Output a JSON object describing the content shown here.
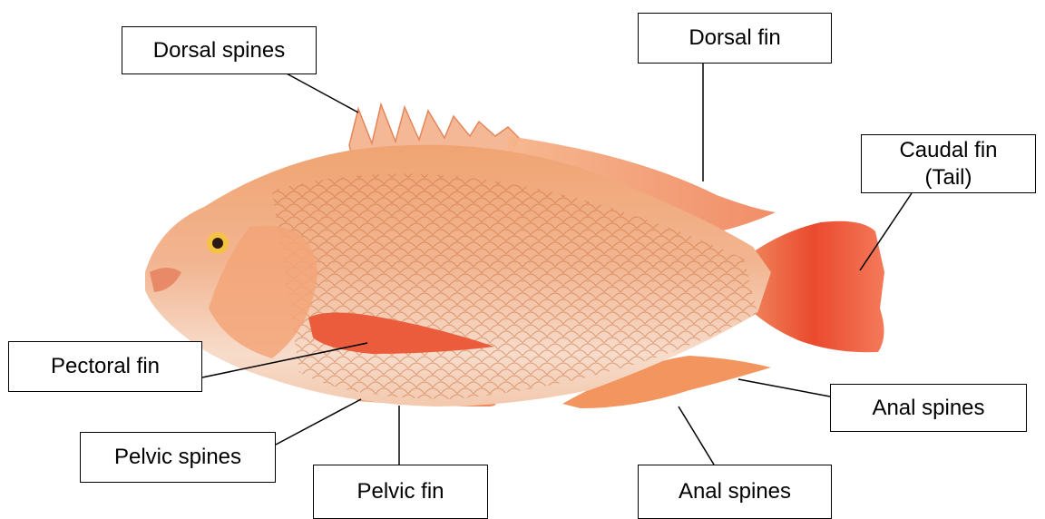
{
  "labels": {
    "dorsal_spines": "Dorsal spines",
    "dorsal_fin": "Dorsal fin",
    "caudal_fin": [
      "Caudal fin",
      "(Tail)"
    ],
    "pectoral_fin": "Pectoral fin",
    "pelvic_spines": "Pelvic spines",
    "pelvic_fin": "Pelvic fin",
    "anal_spines_right": "Anal spines",
    "anal_spines_bottom": "Anal spines"
  },
  "colors": {
    "body": "#ee9a6a",
    "belly": "#f7dcc8",
    "fin": "#e8553a",
    "tail": "#e63d25",
    "leader": "#000000"
  }
}
